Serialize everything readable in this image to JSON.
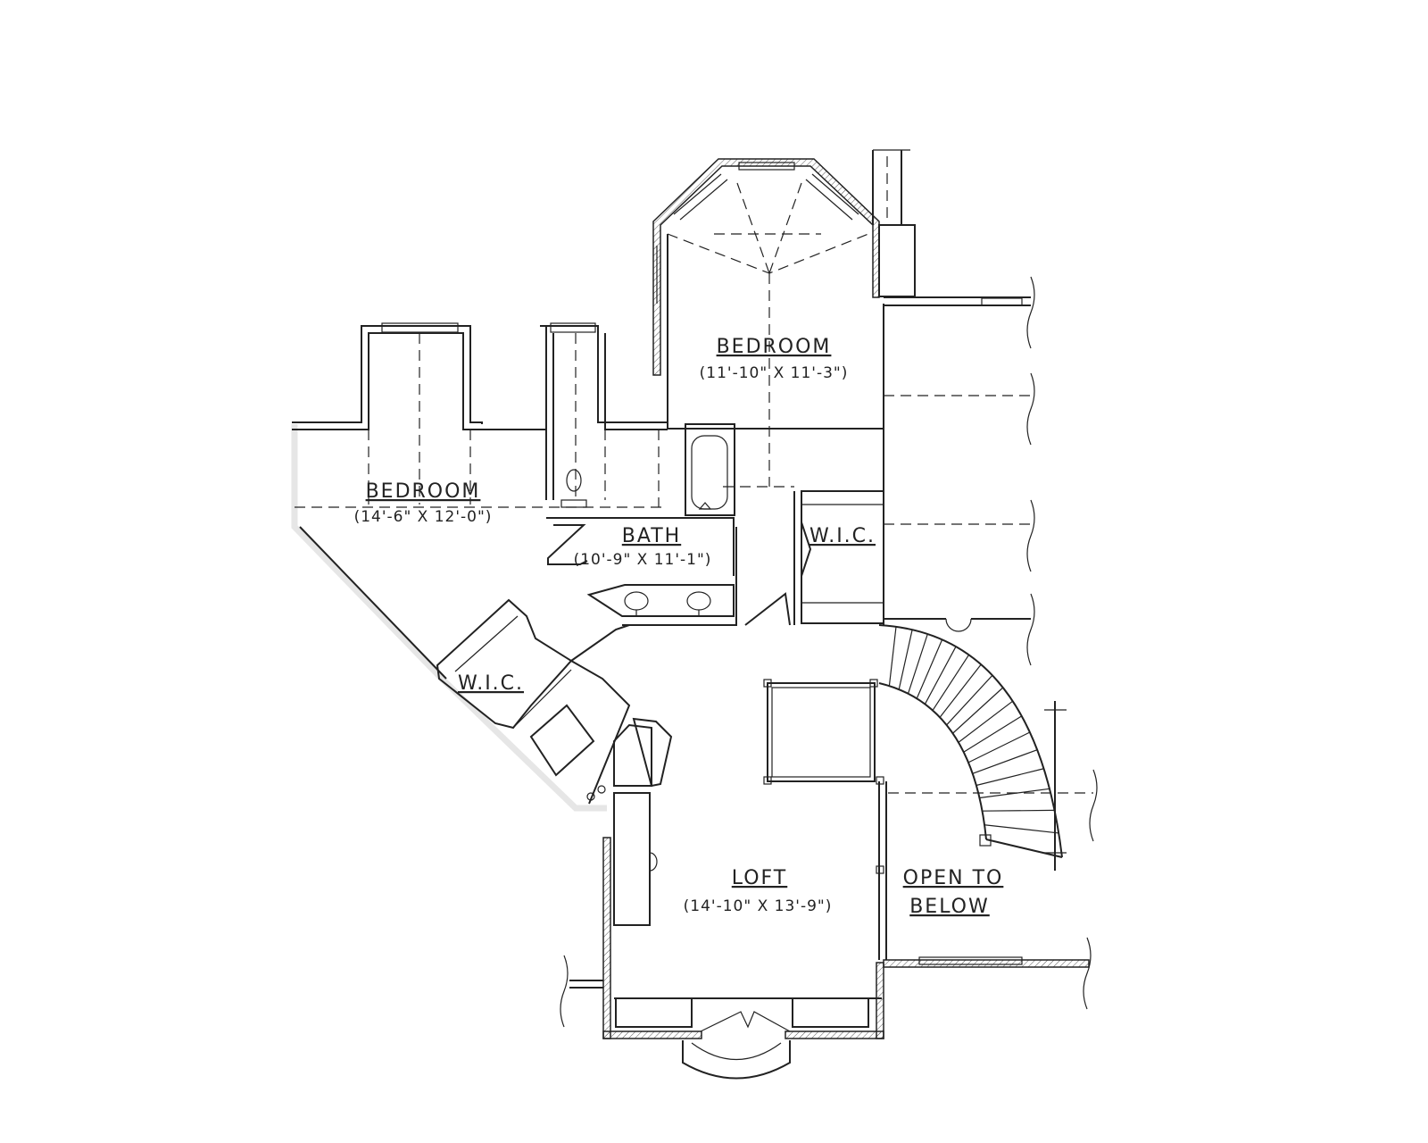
{
  "rooms": {
    "bedroom_upper": {
      "name": "BEDROOM",
      "dims": "(11'-10\" X 11'-3\")"
    },
    "bedroom_left": {
      "name": "BEDROOM",
      "dims": "(14'-6\" X 12'-0\")"
    },
    "bath": {
      "name": "BATH",
      "dims": "(10'-9\" X 11'-1\")"
    },
    "wic_right": {
      "name": "W.I.C."
    },
    "wic_left": {
      "name": "W.I.C."
    },
    "loft": {
      "name": "LOFT",
      "dims": "(14'-10\" X 13'-9\")"
    },
    "open_below": {
      "line1": "OPEN TO",
      "line2": "BELOW"
    }
  }
}
